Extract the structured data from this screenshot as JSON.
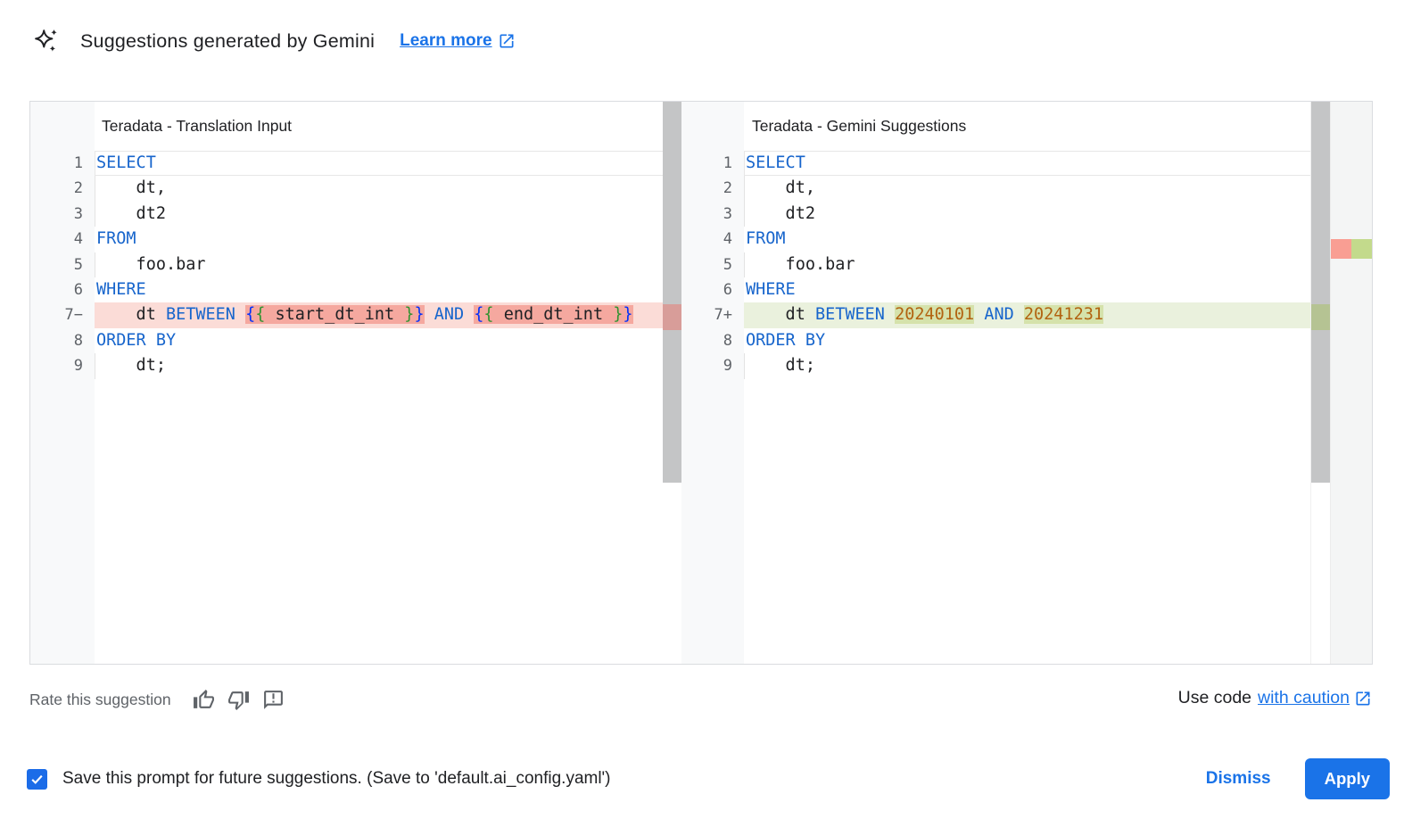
{
  "topbar": {
    "title": "Suggestions generated by Gemini",
    "learn_more_label": "Learn more"
  },
  "panels": {
    "left": {
      "title": "Teradata - Translation Input",
      "lines": [
        {
          "g": "1",
          "current": true,
          "segs": [
            [
              "kw",
              "SELECT"
            ]
          ]
        },
        {
          "g": "2",
          "indent": true,
          "segs": [
            [
              "pl",
              "    dt,"
            ]
          ]
        },
        {
          "g": "3",
          "indent": true,
          "segs": [
            [
              "pl",
              "    dt2"
            ]
          ]
        },
        {
          "g": "4",
          "segs": [
            [
              "kw",
              "FROM"
            ]
          ]
        },
        {
          "g": "5",
          "indent": true,
          "segs": [
            [
              "pl",
              "    foo.bar"
            ]
          ]
        },
        {
          "g": "6",
          "segs": [
            [
              "kw",
              "WHERE"
            ]
          ]
        },
        {
          "g": "7−",
          "type": "removed",
          "segs": [
            [
              "pl",
              "    dt "
            ],
            [
              "kw",
              "BETWEEN"
            ],
            [
              "pl",
              " "
            ],
            [
              "brb hl",
              "{"
            ],
            [
              "brg hl",
              "{"
            ],
            [
              "pl hl",
              " start_dt_int "
            ],
            [
              "brg hl",
              "}"
            ],
            [
              "brb hl",
              "}"
            ],
            [
              "pl",
              " "
            ],
            [
              "kw",
              "AND"
            ],
            [
              "pl",
              " "
            ],
            [
              "brb hl",
              "{"
            ],
            [
              "brg hl",
              "{"
            ],
            [
              "pl hl",
              " end_dt_int "
            ],
            [
              "brg hl",
              "}"
            ],
            [
              "brb hl",
              "}"
            ]
          ]
        },
        {
          "g": "8",
          "segs": [
            [
              "kw",
              "ORDER BY"
            ]
          ]
        },
        {
          "g": "9",
          "indent": true,
          "segs": [
            [
              "pl",
              "    dt;"
            ]
          ]
        }
      ]
    },
    "right": {
      "title": "Teradata - Gemini Suggestions",
      "lines": [
        {
          "g": "1",
          "current": true,
          "segs": [
            [
              "kw",
              "SELECT"
            ]
          ]
        },
        {
          "g": "2",
          "indent": true,
          "segs": [
            [
              "pl",
              "    dt,"
            ]
          ]
        },
        {
          "g": "3",
          "indent": true,
          "segs": [
            [
              "pl",
              "    dt2"
            ]
          ]
        },
        {
          "g": "4",
          "segs": [
            [
              "kw",
              "FROM"
            ]
          ]
        },
        {
          "g": "5",
          "indent": true,
          "segs": [
            [
              "pl",
              "    foo.bar"
            ]
          ]
        },
        {
          "g": "6",
          "segs": [
            [
              "kw",
              "WHERE"
            ]
          ]
        },
        {
          "g": "7+",
          "type": "added",
          "segs": [
            [
              "pl",
              "    dt "
            ],
            [
              "kw",
              "BETWEEN"
            ],
            [
              "pl",
              " "
            ],
            [
              "num hl",
              "20240101"
            ],
            [
              "pl",
              " "
            ],
            [
              "kw",
              "AND"
            ],
            [
              "pl",
              " "
            ],
            [
              "num hl",
              "20241231"
            ]
          ]
        },
        {
          "g": "8",
          "segs": [
            [
              "kw",
              "ORDER BY"
            ]
          ]
        },
        {
          "g": "9",
          "indent": true,
          "segs": [
            [
              "pl",
              "    dt;"
            ]
          ]
        }
      ]
    }
  },
  "rate": {
    "label": "Rate this suggestion"
  },
  "use_code": {
    "prefix": "Use code",
    "link_label": "with caution"
  },
  "footer": {
    "checkbox_checked": true,
    "save_label": "Save this prompt for future suggestions. (Save to 'default.ai_config.yaml')",
    "dismiss_label": "Dismiss",
    "apply_label": "Apply"
  },
  "icons": [
    "gemini-sparkle-icon",
    "open-in-new-icon",
    "thumbs-up-icon",
    "thumbs-down-icon",
    "feedback-icon",
    "checkmark-icon"
  ],
  "colors": {
    "accent_blue": "#1a73e8",
    "keyword": "#1765cc",
    "number_literal": "#b26310",
    "bracket_outer": "#0431fa",
    "bracket_inner": "#319331",
    "removed_line_bg": "#fbdcd7",
    "removed_char_bg": "#f5a89f",
    "added_line_bg": "#eaf1dd",
    "added_char_bg": "#d5e2ab",
    "overview_removed": "#f99e93",
    "overview_added": "#c3da8c",
    "card_border": "#dadce0",
    "gutter_bg": "#f8f9fa",
    "muted_text": "#5f6368"
  }
}
